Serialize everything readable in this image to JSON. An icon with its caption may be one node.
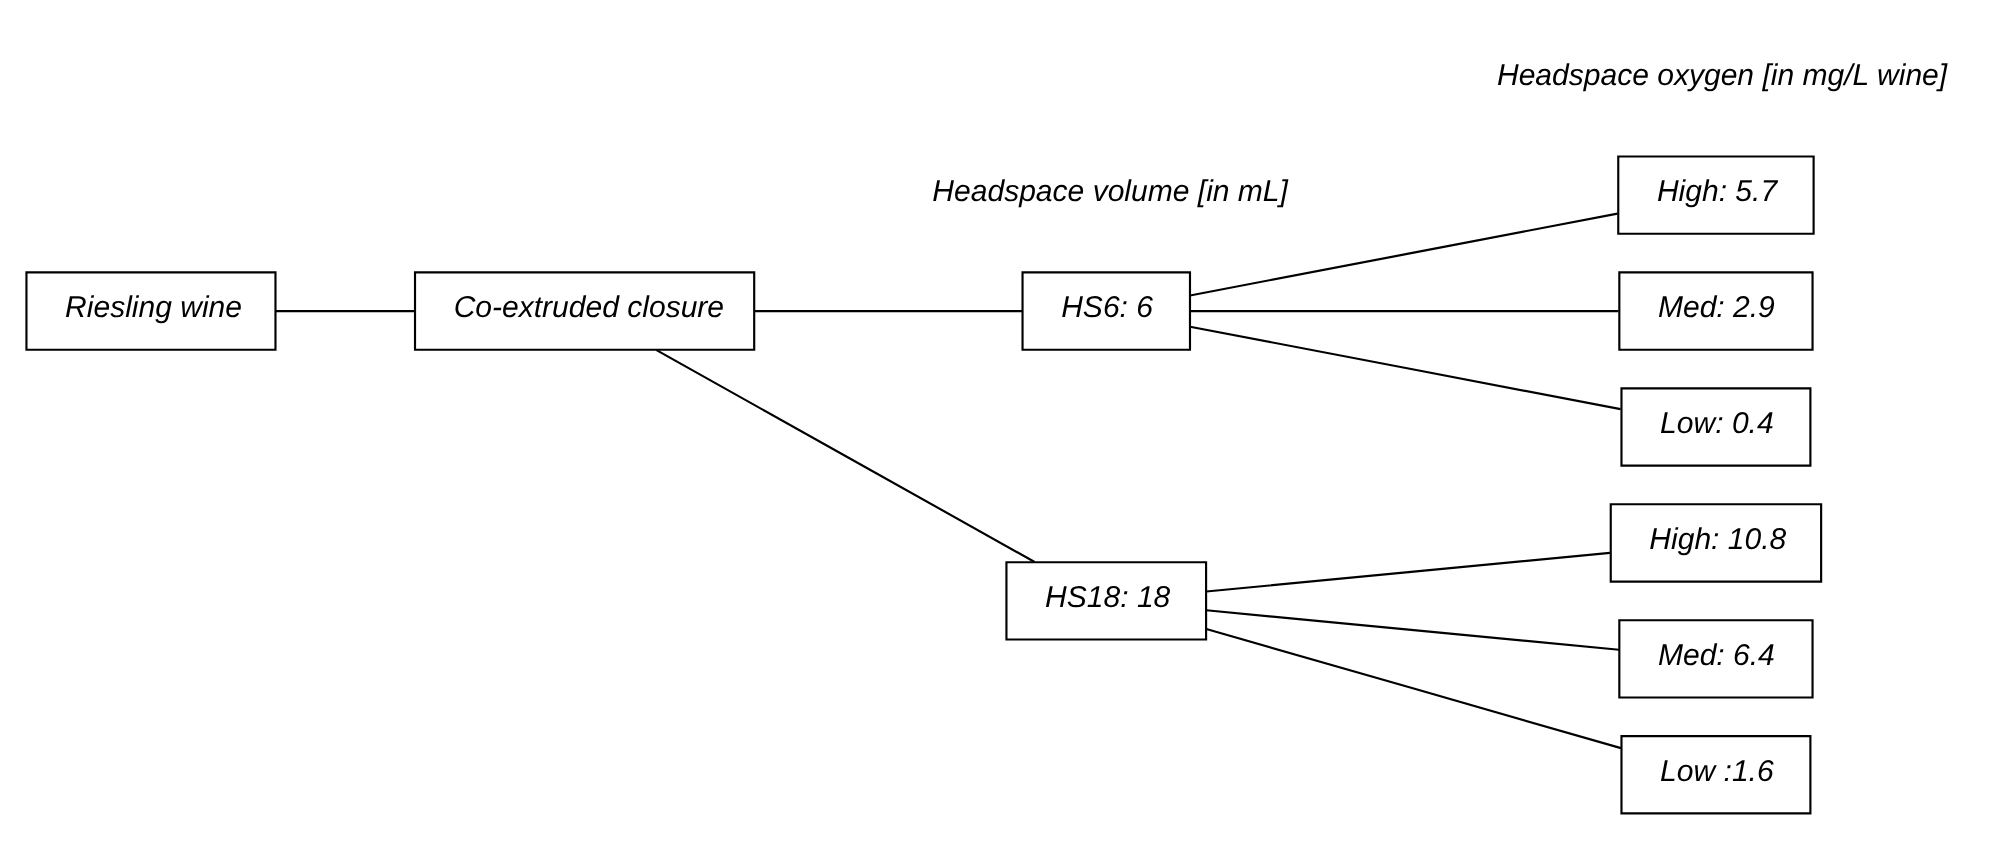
{
  "diagram": {
    "nodes": [
      {
        "text": [
          "Riesling wine"
        ]
      },
      {
        "text": [
          "Co-extruded closure"
        ]
      },
      {
        "text": [
          "HS6: 6"
        ]
      },
      {
        "text": [
          "HS18: 18"
        ]
      },
      {
        "text": [
          "High: 5.7"
        ]
      },
      {
        "text": [
          "Med: 2.9"
        ]
      },
      {
        "text": [
          "Low: 0.4"
        ]
      },
      {
        "text": [
          "High: 10.8"
        ]
      },
      {
        "text": [
          "Med: 6.4"
        ]
      },
      {
        "text": [
          "Low :1.6"
        ]
      }
    ],
    "edges": [
      {
        "from": 0,
        "to": 1,
        "arrow": "none"
      },
      {
        "from": 1,
        "to": 2,
        "arrow": "none"
      },
      {
        "from": 1,
        "to": 3,
        "arrow": "none"
      },
      {
        "from": 2,
        "to": 4,
        "arrow": "none"
      },
      {
        "from": 2,
        "to": 5,
        "arrow": "none"
      },
      {
        "from": 2,
        "to": 6,
        "arrow": "none"
      },
      {
        "from": 3,
        "to": 7,
        "arrow": "none"
      },
      {
        "from": 3,
        "to": 8,
        "arrow": "none"
      },
      {
        "from": 3,
        "to": 9,
        "arrow": "none"
      }
    ],
    "labels": [
      "Headspace volume [in mL]",
      "Headspace oxygen [in mg/L wine]"
    ]
  }
}
